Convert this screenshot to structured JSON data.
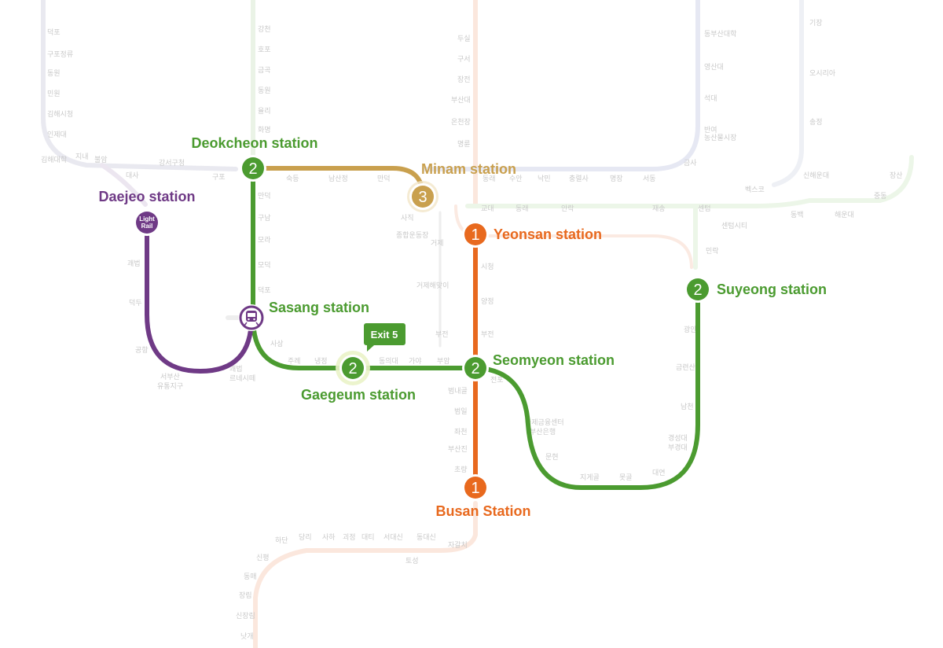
{
  "colors": {
    "line1": "#e8691e",
    "line2": "#4b9b30",
    "line3": "#c9a04e",
    "light_rail": "#6f3a86",
    "exit_badge": "#4b9b30",
    "faded": "#e7e7ee"
  },
  "stations": {
    "deokcheon": {
      "label": "Deokcheon station",
      "line": "2"
    },
    "minam": {
      "label": "Minam station",
      "line": "3"
    },
    "daejeo": {
      "label": "Daejeo station",
      "badge": "Light Rail"
    },
    "yeonsan": {
      "label": "Yeonsan station",
      "line": "1"
    },
    "suyeong": {
      "label": "Suyeong station",
      "line": "2"
    },
    "sasang": {
      "label": "Sasang station",
      "icon": "train-icon"
    },
    "seomyeon": {
      "label": "Seomyeon station",
      "line": "2"
    },
    "gaegeum": {
      "label": "Gaegeum station",
      "line": "2",
      "exit": "Exit 5"
    },
    "busan": {
      "label": "Busan Station",
      "line": "1"
    }
  },
  "light_rail_badge": {
    "line1": "Light",
    "line2": "Rail"
  }
}
